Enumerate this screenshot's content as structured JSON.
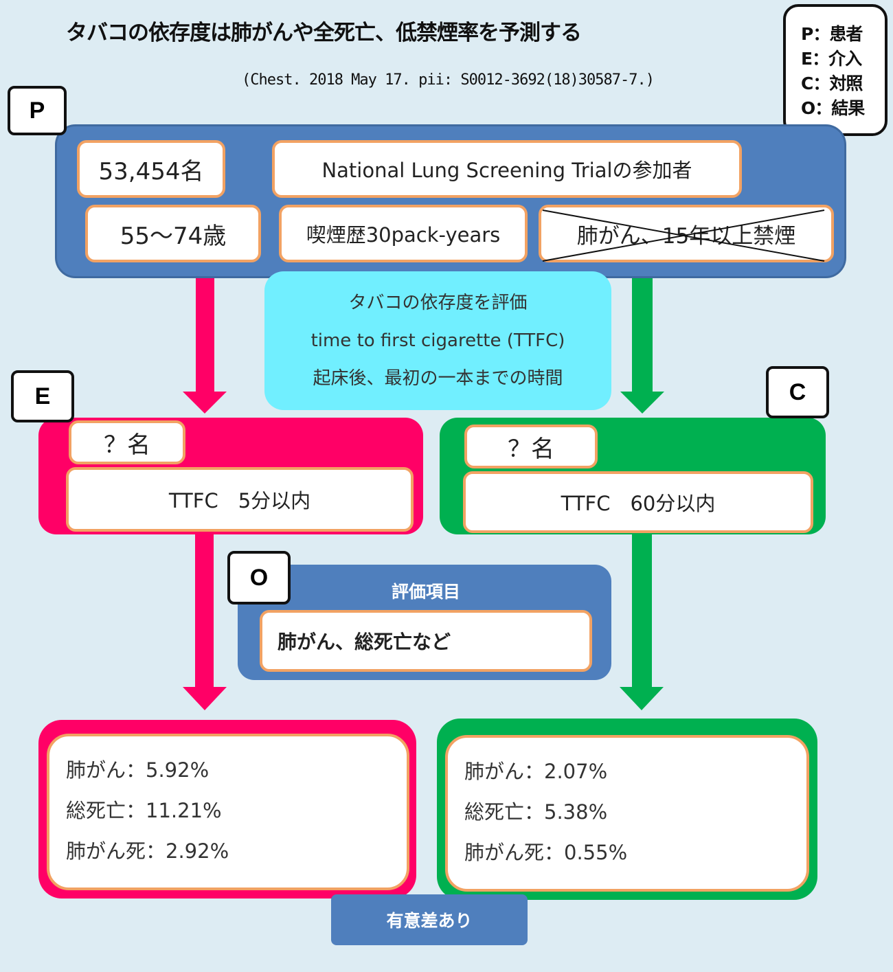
{
  "title": "タバコの依存度は肺がんや全死亡、低禁煙率を予測する",
  "citation": "(Chest. 2018 May 17. pii: S0012-3692(18)30587-7.)",
  "legend": [
    "P：患者",
    "E：介入",
    "C：対照",
    "O：結果"
  ],
  "tags": {
    "p": "P",
    "e": "E",
    "c": "C",
    "o": "O"
  },
  "population": {
    "count": "53,454名",
    "trial": "National Lung Screening Trialの参加者",
    "age": "55～74歳",
    "smoking": "喫煙歴30pack-years",
    "excluded": "肺がん、15年以上禁煙"
  },
  "assessment": {
    "line1": "タバコの依存度を評価",
    "line2": "time to first cigarette (TTFC)",
    "line3": "起床後、最初の一本までの時間"
  },
  "exposure": {
    "count": "？名",
    "criterion": "TTFC　5分以内"
  },
  "control": {
    "count": "？名",
    "criterion": "TTFC　60分以内"
  },
  "outcome": {
    "label": "評価項目",
    "items": "肺がん、総死亡など"
  },
  "results_e": [
    "肺がん：5.92%",
    "総死亡：11.21%",
    "肺がん死：2.92%"
  ],
  "results_c": [
    "肺がん：2.07%",
    "総死亡：5.38%",
    "肺がん死：0.55%"
  ],
  "significance": "有意差あり",
  "colors": {
    "exposure": "#ff0066",
    "control": "#00b050",
    "panel": "#4f7fbd",
    "assessment": "#71efff",
    "box_border": "#f2a263"
  }
}
